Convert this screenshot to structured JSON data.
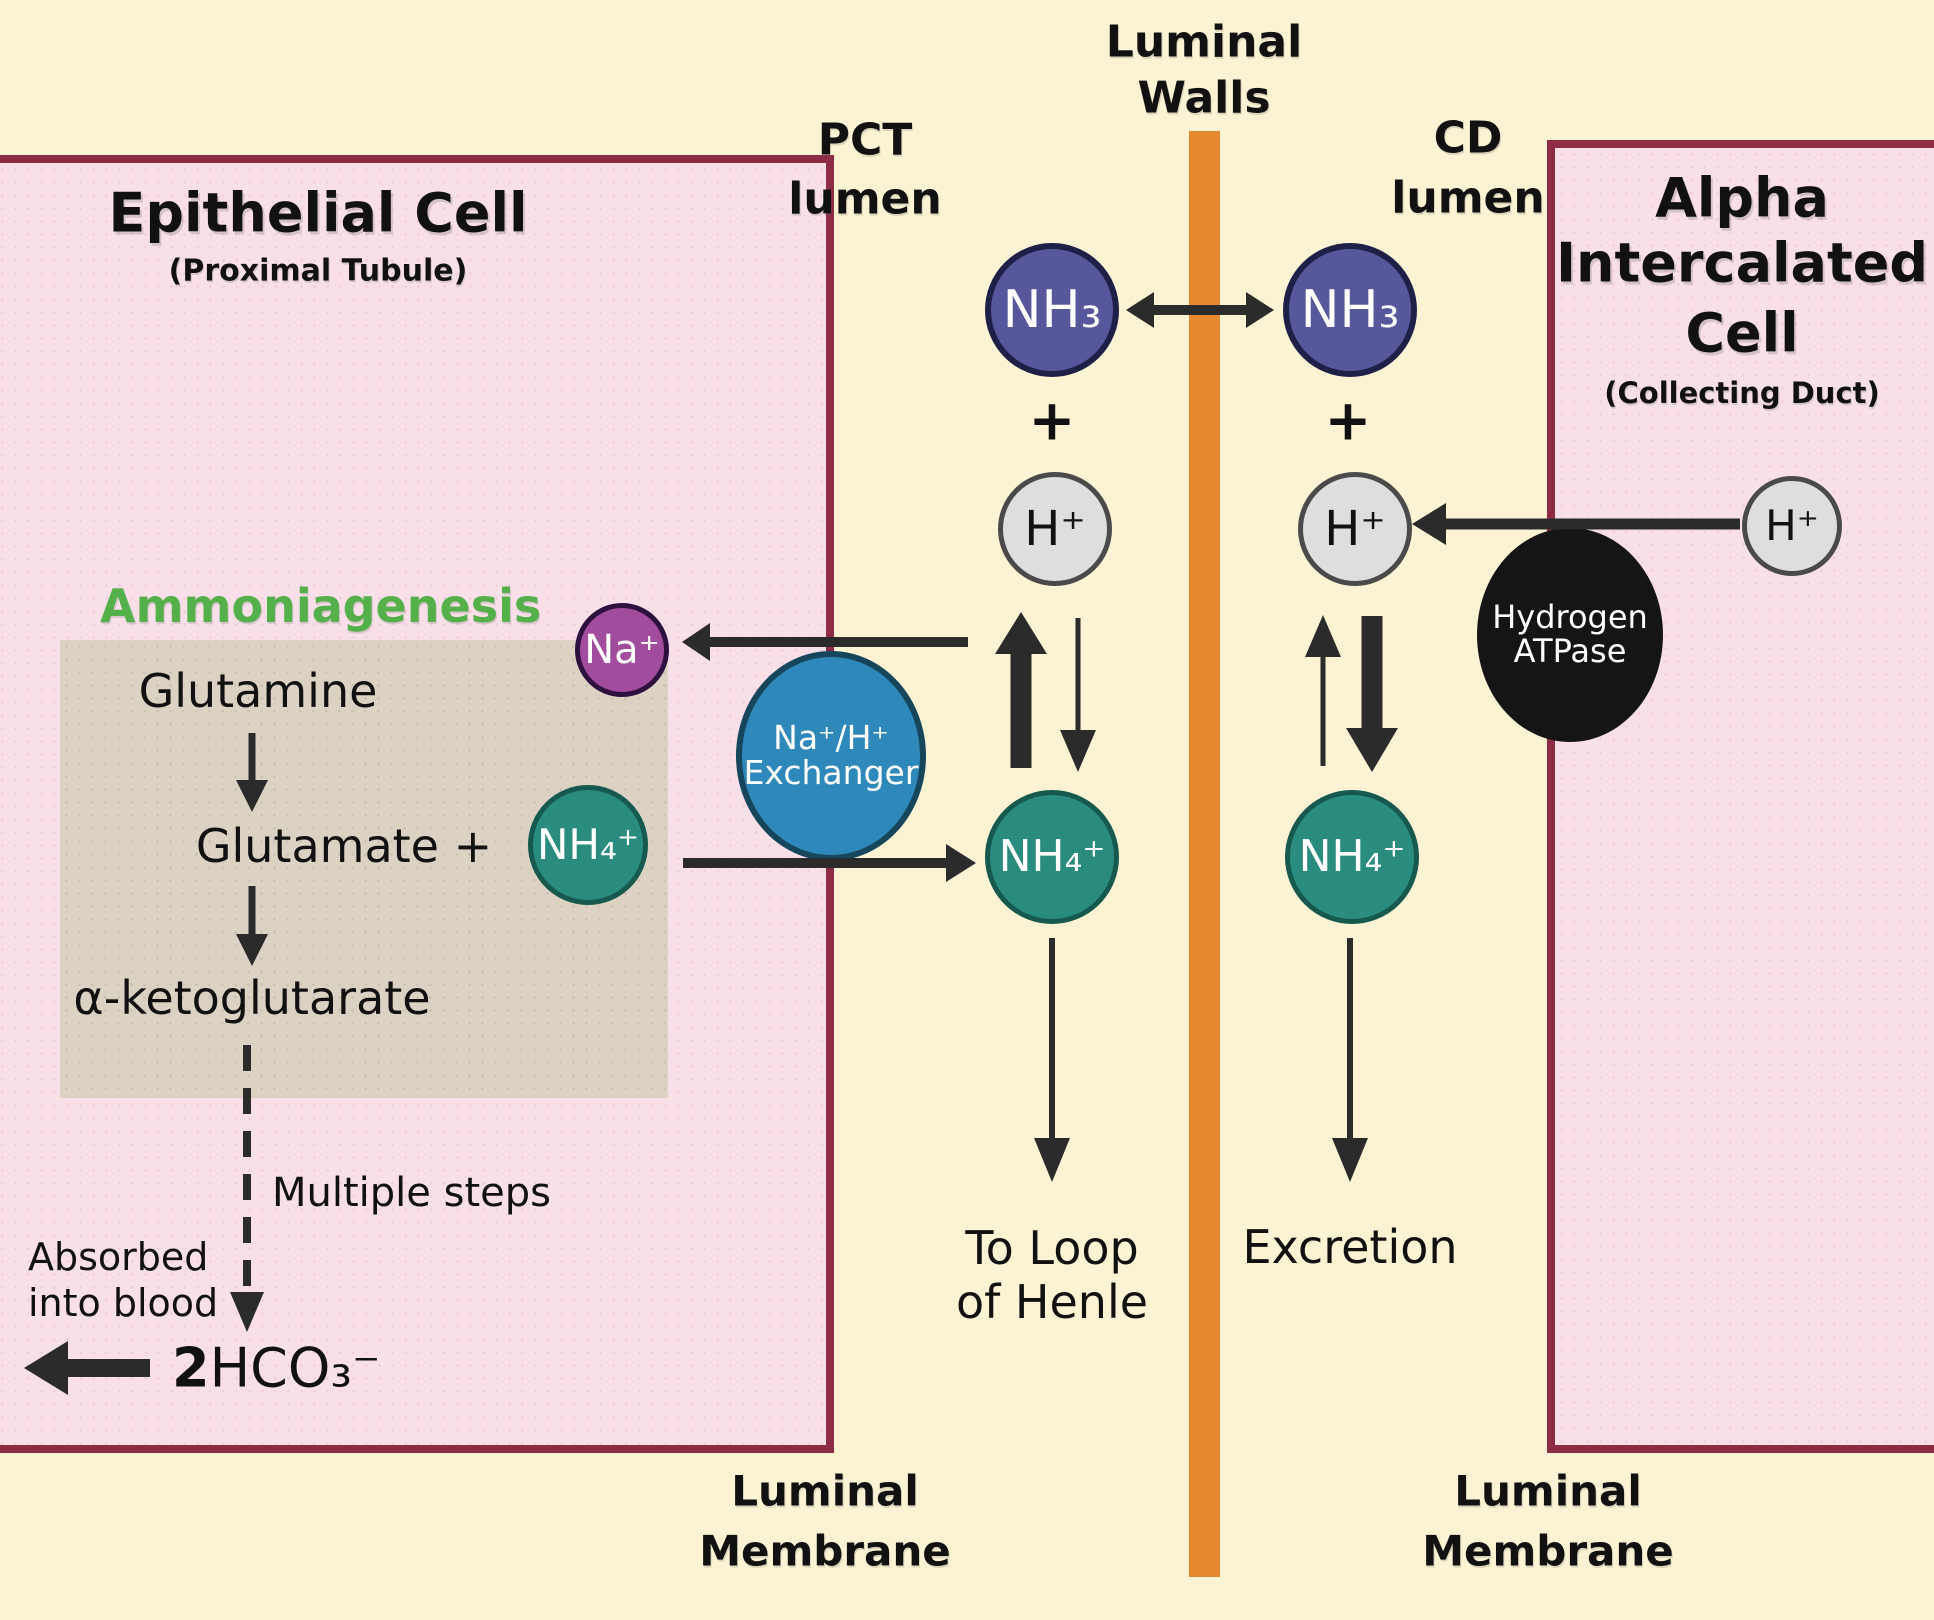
{
  "palette": {
    "background_cream": "#FBF3D3",
    "cell_pink": "#F8DFE8",
    "membrane_maroon": "#8E2C46",
    "ammoniagenesis_beige": "#DBD2C3",
    "luminal_wall_orange": "#E5882F",
    "nh3_navy": "#57589B",
    "nh4_teal": "#2A8C7E",
    "h_gray": "#DEDEDE",
    "na_purple": "#A14C9C",
    "exchanger_blue": "#2E89BA",
    "atpase_black": "#151515",
    "heading_green": "#54B04B",
    "arrow_dark": "#2B2B2B"
  },
  "cells": {
    "epithelial": {
      "title": "Epithelial Cell",
      "subtitle": "(Proximal Tubule)"
    },
    "alpha": {
      "title_line1": "Alpha",
      "title_line2": "Intercalated",
      "title_line3": "Cell",
      "subtitle": "(Collecting Duct)"
    }
  },
  "labels": {
    "luminal_walls_line1": "Luminal",
    "luminal_walls_line2": "Walls",
    "pct_lumen_line1": "PCT",
    "pct_lumen_line2": "lumen",
    "cd_lumen_line1": "CD",
    "cd_lumen_line2": "lumen",
    "luminal_membrane_line1": "Luminal",
    "luminal_membrane_line2": "Membrane",
    "to_loop_line1": "To Loop",
    "to_loop_line2": "of Henle",
    "excretion": "Excretion",
    "multiple_steps": "Multiple steps",
    "absorbed_line1": "Absorbed",
    "absorbed_line2": "into blood"
  },
  "pathway": {
    "heading": "Ammoniagenesis",
    "step1": "Glutamine",
    "step2": "Glutamate +",
    "step3": "α-ketoglutarate",
    "product_coefficient": "2",
    "product": "HCO₃⁻"
  },
  "molecules": {
    "nh3": "NH₃",
    "h_plus": "H⁺",
    "nh4": "NH₄⁺",
    "na": "Na⁺",
    "plus": "+",
    "exchanger_line1": "Na⁺/H⁺",
    "exchanger_line2": "Exchanger",
    "atpase_line1": "Hydrogen",
    "atpase_line2": "ATPase"
  }
}
